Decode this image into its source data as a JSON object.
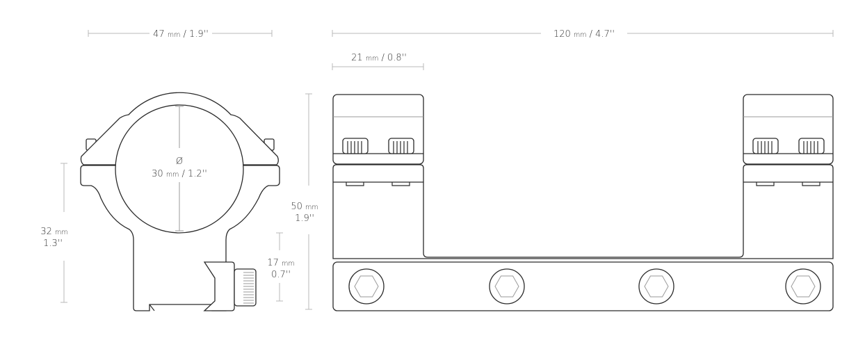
{
  "dimensions": {
    "ring_width": {
      "value": "47",
      "unit": "mm",
      "imperial": "/ 1.9''"
    },
    "mount_length": {
      "value": "120",
      "unit": "mm",
      "imperial": "/ 4.7''"
    },
    "ring_cap_width": {
      "value": "21",
      "unit": "mm",
      "imperial": "/ 0.8''"
    },
    "tube_diameter": {
      "symbol": "Ø",
      "value": "30",
      "unit": "mm",
      "imperial": "/ 1.2''"
    },
    "center_height": {
      "value": "32",
      "unit": "mm",
      "imperial": "1.3''"
    },
    "total_height": {
      "value": "50",
      "unit": "mm",
      "imperial": "1.9''"
    },
    "base_height": {
      "value": "17",
      "unit": "mm",
      "imperial": "0.7''"
    }
  }
}
